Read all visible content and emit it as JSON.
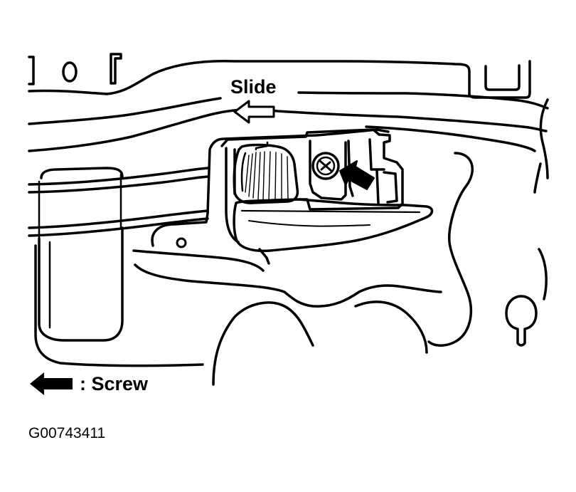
{
  "labels": {
    "slide": "Slide",
    "legend_text": ": Screw",
    "figure_id": "G00743411"
  },
  "icons": {
    "slide_direction": "outline-left-arrow",
    "screw_marker": "solid-arrow",
    "legend_marker": "solid-left-arrow"
  },
  "colors": {
    "line": "#000000",
    "background": "#ffffff"
  }
}
